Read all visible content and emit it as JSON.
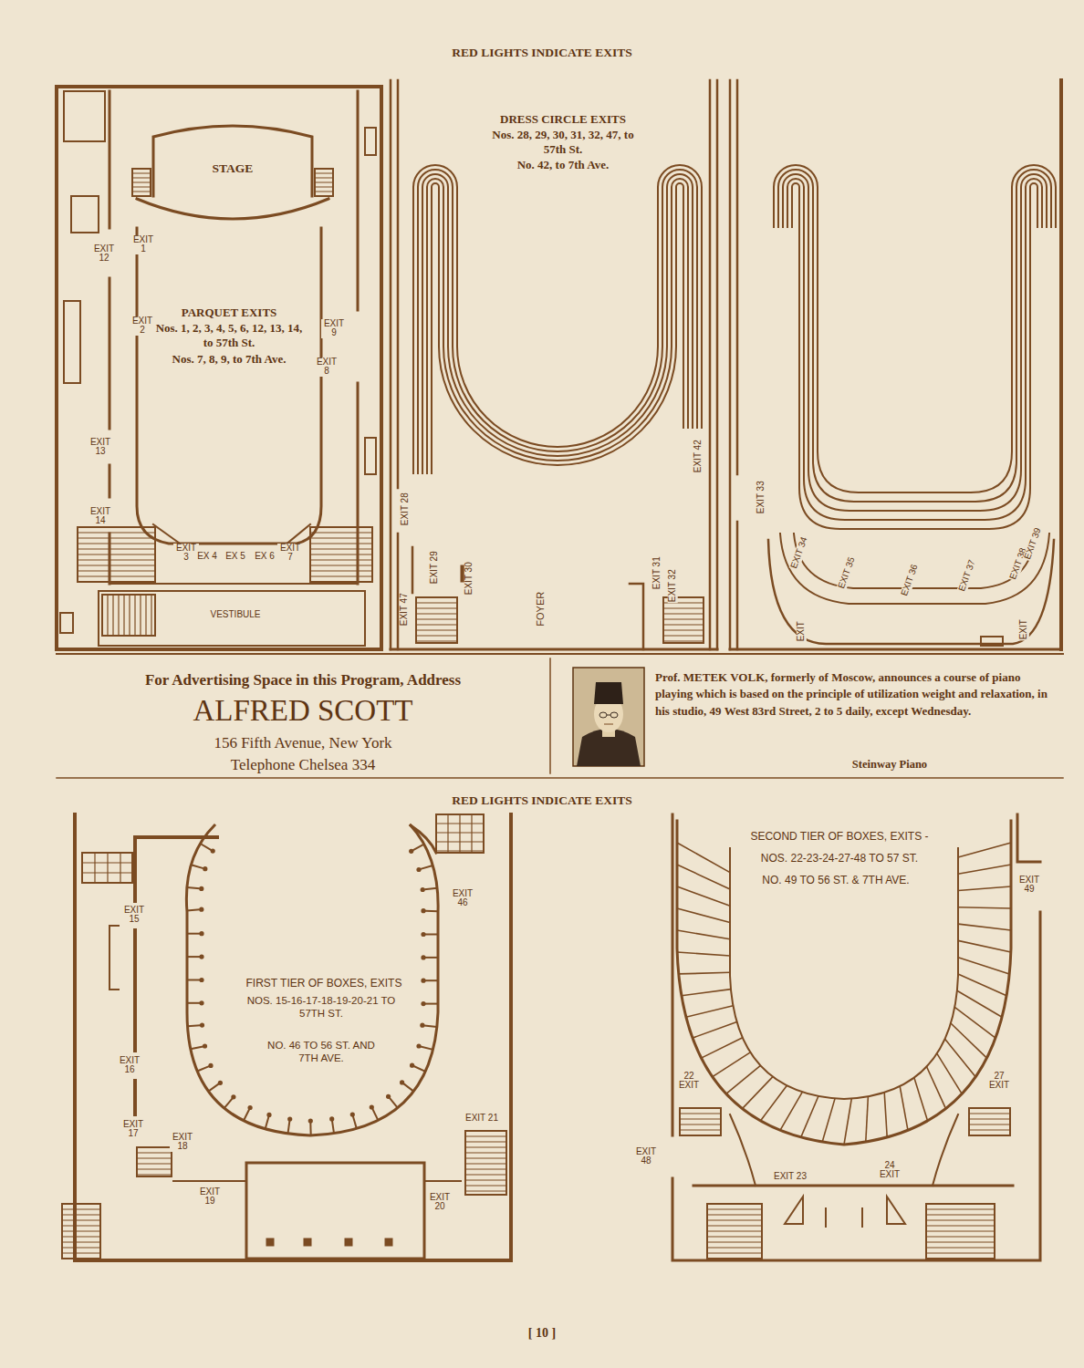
{
  "diagram": {
    "labels": [
      "RED LIGHTS INDICATE EXITS",
      "STAGE",
      "EXIT 1",
      "EXIT 12",
      "PARQUET EXITS",
      "Nos. 1, 2, 3, 4, 5, 6, 12, 13, 14, to 57th St.",
      "Nos. 7, 8, 9, to 7th Ave.",
      "EXIT 2",
      "EXIT 9",
      "EXIT 8",
      "EXIT 13",
      "EXIT 14",
      "EXIT 3",
      "EX 4",
      "EX 5",
      "EX 6",
      "EXIT 7",
      "VESTIBULE",
      "DRESS CIRCLE EXITS",
      "Nos. 28, 29, 30, 31, 32, 47, to 57th St.",
      "No. 42, to 7th Ave.",
      "EXIT 28",
      "EXIT 47",
      "EXIT 29",
      "EXIT 30",
      "FOYER",
      "EXIT 31",
      "EXIT 32",
      "EXIT 42",
      "EXIT 33",
      "EXIT 34",
      "EXIT 35",
      "EXIT 36",
      "EXIT 37",
      "EXIT 38",
      "EXIT 39",
      "EXIT",
      "EXIT",
      "For Advertising Space in this Program, Address",
      "ALFRED SCOTT",
      "156 Fifth Avenue, New York",
      "Telephone Chelsea 334",
      "Prof. METEK VOLK, formerly of Moscow, announces a course of piano playing which is based on the principle of utilization weight and relaxation, in his studio, 49 West 83rd Street, 2 to 5 daily, except Wednesday.",
      "Steinway Piano",
      "RED LIGHTS INDICATE EXITS",
      "EXIT 15",
      "EXIT 16",
      "EXIT 17",
      "EXIT 18",
      "EXIT 19",
      "EXIT 46",
      "EXIT 21",
      "EXIT 20",
      "FIRST TIER OF BOXES, EXITS",
      "NOS. 15-16-17-18-19-20-21 TO 57TH ST.",
      "NO. 46 TO 56 ST. AND 7TH AVE.",
      "SECOND TIER OF BOXES, EXITS -",
      "NOS. 22-23-24-27-48 TO 57 ST.",
      "NO. 49 TO 56 ST. & 7TH AVE.",
      "EXIT 49",
      "22 EXIT",
      "27 EXIT",
      "EXIT 48",
      "EXIT 23",
      "24 EXIT",
      "[ 10 ]"
    ]
  }
}
